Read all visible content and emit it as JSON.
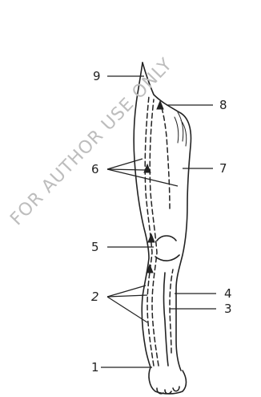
{
  "labels": {
    "l1": "1",
    "l2": "2",
    "l3": "3",
    "l4": "4",
    "l5": "5",
    "l6": "6",
    "l7": "7",
    "l8": "8",
    "l9": "9"
  },
  "watermark": "FOR AUTHOR USE ONLY",
  "colors": {
    "ink": "#222222",
    "watermark": "#bdbdbd",
    "background": "#ffffff"
  }
}
